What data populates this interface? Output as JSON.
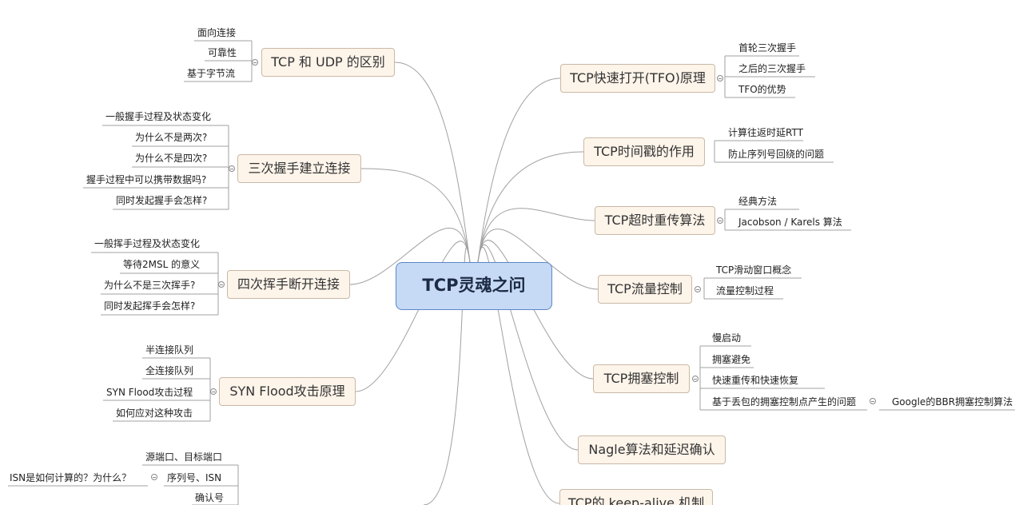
{
  "central": "TCP灵魂之问",
  "left_topics": [
    {
      "label": "TCP 和 UDP 的区别",
      "children": [
        "面向连接",
        "可靠性",
        "基于字节流"
      ]
    },
    {
      "label": "三次握手建立连接",
      "children": [
        "一般握手过程及状态变化",
        "为什么不是两次?",
        "为什么不是四次?",
        "握手过程中可以携带数据吗?",
        "同时发起握手会怎样?"
      ]
    },
    {
      "label": "四次挥手断开连接",
      "children": [
        "一般挥手过程及状态变化",
        "等待2MSL 的意义",
        "为什么不是三次挥手?",
        "同时发起挥手会怎样?"
      ]
    },
    {
      "label": "SYN Flood攻击原理",
      "children": [
        "半连接队列",
        "全连接队列",
        "SYN Flood攻击过程",
        "如何应对这种攻击"
      ]
    },
    {
      "label": "",
      "children": [
        "源端口、目标端口",
        "序列号、ISN",
        "确认号"
      ],
      "grandchild": "ISN是如何计算的？为什么？"
    }
  ],
  "right_topics": [
    {
      "label": "TCP快速打开(TFO)原理",
      "children": [
        "首轮三次握手",
        "之后的三次握手",
        "TFO的优势"
      ]
    },
    {
      "label": "TCP时间戳的作用",
      "children": [
        "计算往返时延RTT",
        "防止序列号回绕的问题"
      ]
    },
    {
      "label": "TCP超时重传算法",
      "children": [
        "经典方法",
        "Jacobson / Karels 算法"
      ]
    },
    {
      "label": "TCP流量控制",
      "children": [
        "TCP滑动窗口概念",
        "流量控制过程"
      ]
    },
    {
      "label": "TCP拥塞控制",
      "children": [
        "慢启动",
        "拥塞避免",
        "快速重传和快速恢复",
        "基于丢包的拥塞控制点产生的问题"
      ],
      "grandchild": "Google的BBR拥塞控制算法"
    },
    {
      "label": "Nagle算法和延迟确认",
      "children": []
    },
    {
      "label": "TCP的 keep-alive 机制",
      "children": []
    }
  ]
}
